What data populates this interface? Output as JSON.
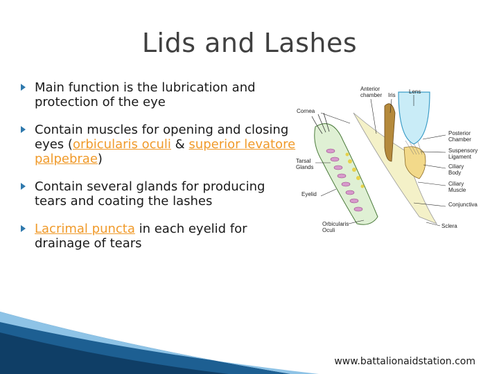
{
  "slide": {
    "title": "Lids and Lashes",
    "bullets": {
      "b1": "Main function is the lubrication and protection of the eye",
      "b2_pre": "Contain muscles for opening and closing eyes (",
      "b2_link1": "orbicularis oculi",
      "b2_mid": " & ",
      "b2_link2": "superior levatore palpebrae",
      "b2_post": ")",
      "b3": "Contain several glands for producing tears and coating the lashes",
      "b4_link": "Lacrimal puncta",
      "b4_post": " in each eyelid for drainage of tears"
    },
    "diagram_labels": {
      "anterior_1": "Anterior",
      "anterior_2": "chamber",
      "iris": "Iris",
      "lens": "Lens",
      "cornea": "Cornea",
      "posterior_1": "Posterior",
      "posterior_2": "Chamber",
      "suspensory_1": "Suspensory",
      "suspensory_2": "Ligament",
      "tarsal_1": "Tarsal",
      "tarsal_2": "Glands",
      "ciliary_body_1": "Ciliary",
      "ciliary_body_2": "Body",
      "ciliary_muscle_1": "Ciliary",
      "ciliary_muscle_2": "Muscle",
      "eyelid": "Eyelid",
      "conjunctiva": "Conjunctiva",
      "orbicularis_1": "Orbicularis",
      "orbicularis_2": "Oculi",
      "sclera": "Sclera"
    },
    "footer": "www.battalionaidstation.com",
    "colors": {
      "accent_bullet": "#2f79ad",
      "link": "#f09a2a",
      "wave_dark": "#1d5f92",
      "wave_light": "#8ec3e6"
    }
  }
}
